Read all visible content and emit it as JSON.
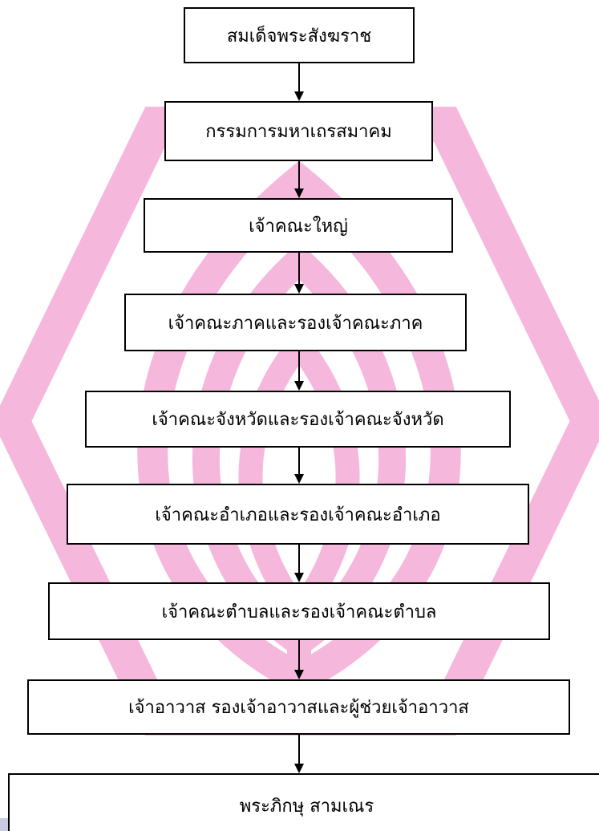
{
  "colors": {
    "watermark": "#f5b8dc",
    "box_border": "#000000",
    "box_fill": "#ffffff",
    "arrow": "#000000"
  },
  "hierarchy": {
    "levels": [
      "สมเด็จพระสังฆราช",
      "กรรมการมหาเถรสมาคม",
      "เจ้าคณะใหญ่",
      "เจ้าคณะภาคและรองเจ้าคณะภาค",
      "เจ้าคณะจังหวัดและรองเจ้าคณะจังหวัด",
      "เจ้าคณะอำเภอและรองเจ้าคณะอำเภอ",
      "เจ้าคณะตำบลและรองเจ้าคณะตำบล",
      "เจ้าอาวาส รองเจ้าอาวาสและผู้ช่วยเจ้าอาวาส",
      "พระภิกษุ สามเณร"
    ]
  }
}
